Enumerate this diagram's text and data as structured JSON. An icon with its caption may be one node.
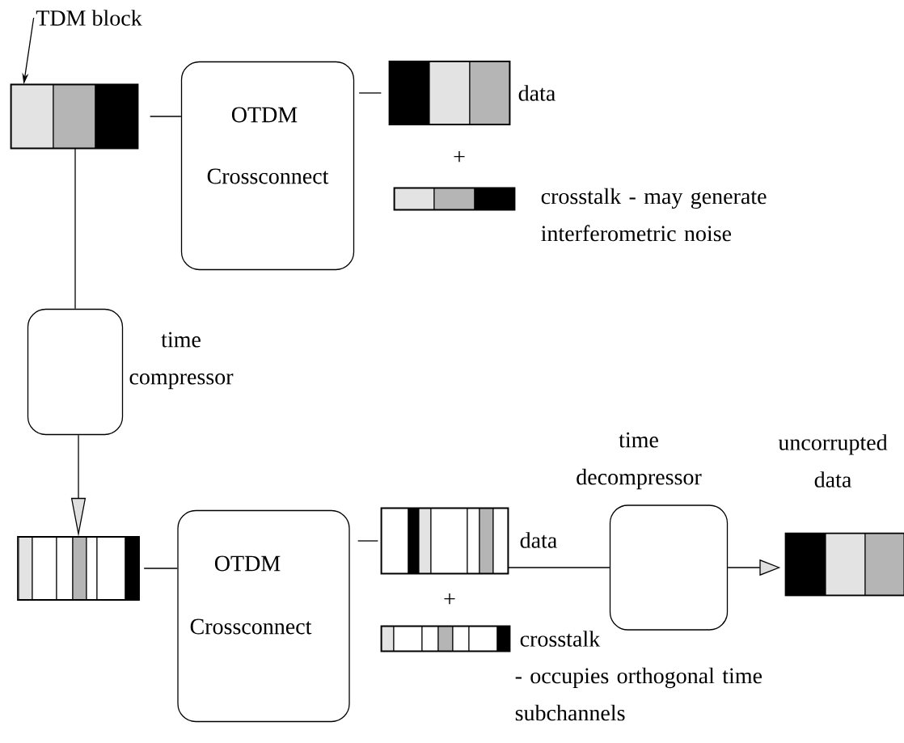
{
  "diagram": {
    "nodes": [
      {
        "text": [
          "TDM block"
        ]
      },
      {
        "text": [],
        "shape": "bar"
      },
      {
        "text": [
          "OTDM",
          "Crossconnect"
        ]
      },
      {
        "text": [],
        "shape": "bar",
        "beside": [
          "data"
        ]
      },
      {
        "text": [],
        "shape": "bar",
        "beside": [
          "crosstalk - may generate interferometric noise"
        ]
      },
      {
        "text": [],
        "shape": "box",
        "beside": [
          "time compressor"
        ]
      },
      {
        "text": [],
        "shape": "bar"
      },
      {
        "text": [
          "OTDM",
          "Crossconnect"
        ]
      },
      {
        "text": [],
        "shape": "bar",
        "beside": [
          "data"
        ]
      },
      {
        "text": [],
        "shape": "bar",
        "beside": [
          "crosstalk",
          "- occupies orthogonal time subchannels"
        ]
      },
      {
        "text": [],
        "shape": "box",
        "beside": [
          "time decompressor"
        ]
      },
      {
        "text": [],
        "shape": "bar",
        "beside": [
          "uncorrupted data"
        ]
      }
    ],
    "edges": [
      {
        "from": 0,
        "to": 1,
        "arrow": "to"
      },
      {
        "from": 1,
        "to": 2,
        "arrow": "none"
      },
      {
        "from": 2,
        "to": 3,
        "arrow": "none"
      },
      {
        "from": 1,
        "to": 5,
        "arrow": "none"
      },
      {
        "from": 5,
        "to": 6,
        "arrow": "to"
      },
      {
        "from": 6,
        "to": 7,
        "arrow": "none"
      },
      {
        "from": 7,
        "to": 8,
        "arrow": "none"
      },
      {
        "from": 8,
        "to": 10,
        "arrow": "none"
      },
      {
        "from": 10,
        "to": 11,
        "arrow": "to"
      }
    ],
    "labels": [
      "+",
      "+"
    ]
  }
}
